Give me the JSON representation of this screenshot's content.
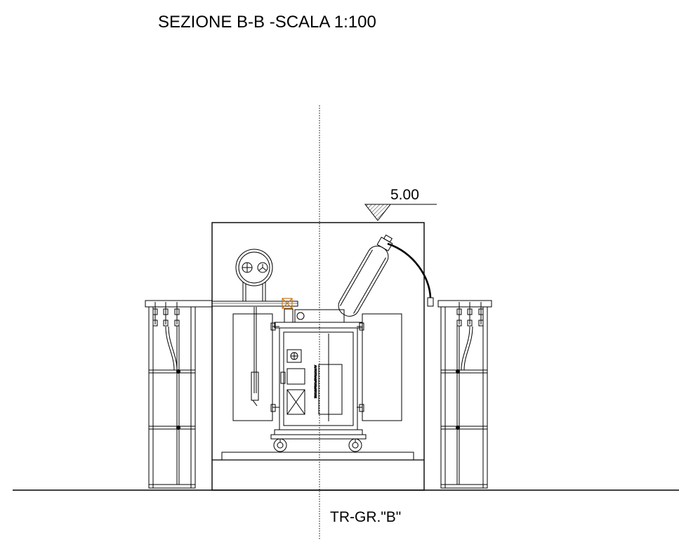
{
  "title": "SEZIONE B-B -SCALA 1:100",
  "elevation_label": "5.00",
  "bottom_label": "TR-GR.\"B\"",
  "nameplate_text": "AUTOTRASFORMATORE",
  "colors": {
    "line": "#000000",
    "accent": "#c8781e",
    "background": "#ffffff"
  }
}
